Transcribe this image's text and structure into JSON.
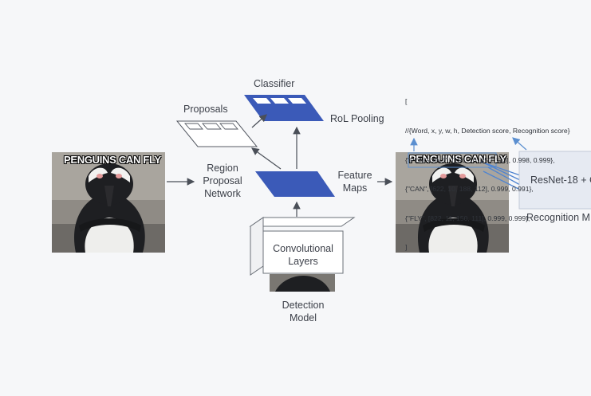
{
  "colors": {
    "background": "#f6f7f9",
    "accent_blue": "#3b5ab8",
    "arrow": "#4a4f58"
  },
  "labels": {
    "classifier": "Classifier",
    "proposals": "Proposals",
    "roi_pooling": "RoL Pooling",
    "region_proposal_network": [
      "Region",
      "Proposal",
      "Network"
    ],
    "feature_maps": [
      "Feature",
      "Maps"
    ],
    "convolutional_layers": [
      "Convolutional",
      "Layers"
    ],
    "detection_model": [
      "Detection",
      "Model"
    ],
    "recognition_box": "ResNet-18 + C",
    "recognition_model": "Recognition M"
  },
  "meme_text": "PENGUINS CAN FLY",
  "output_json": [
    "[",
    "//{Word, x, y, w, h, Detection score, Recognition score}",
    "{\"PENGUINS\", [156, 10, 450, 113], 0.998, 0.999},",
    "{\"CAN\", [622, 10, 188, 112], 0.999, 0.991},",
    "{\"FLY\", [822, 11, 150, 111], 0.999, 0.999},",
    "]"
  ],
  "icons": [
    "penguin-photo",
    "arrow-icon"
  ]
}
